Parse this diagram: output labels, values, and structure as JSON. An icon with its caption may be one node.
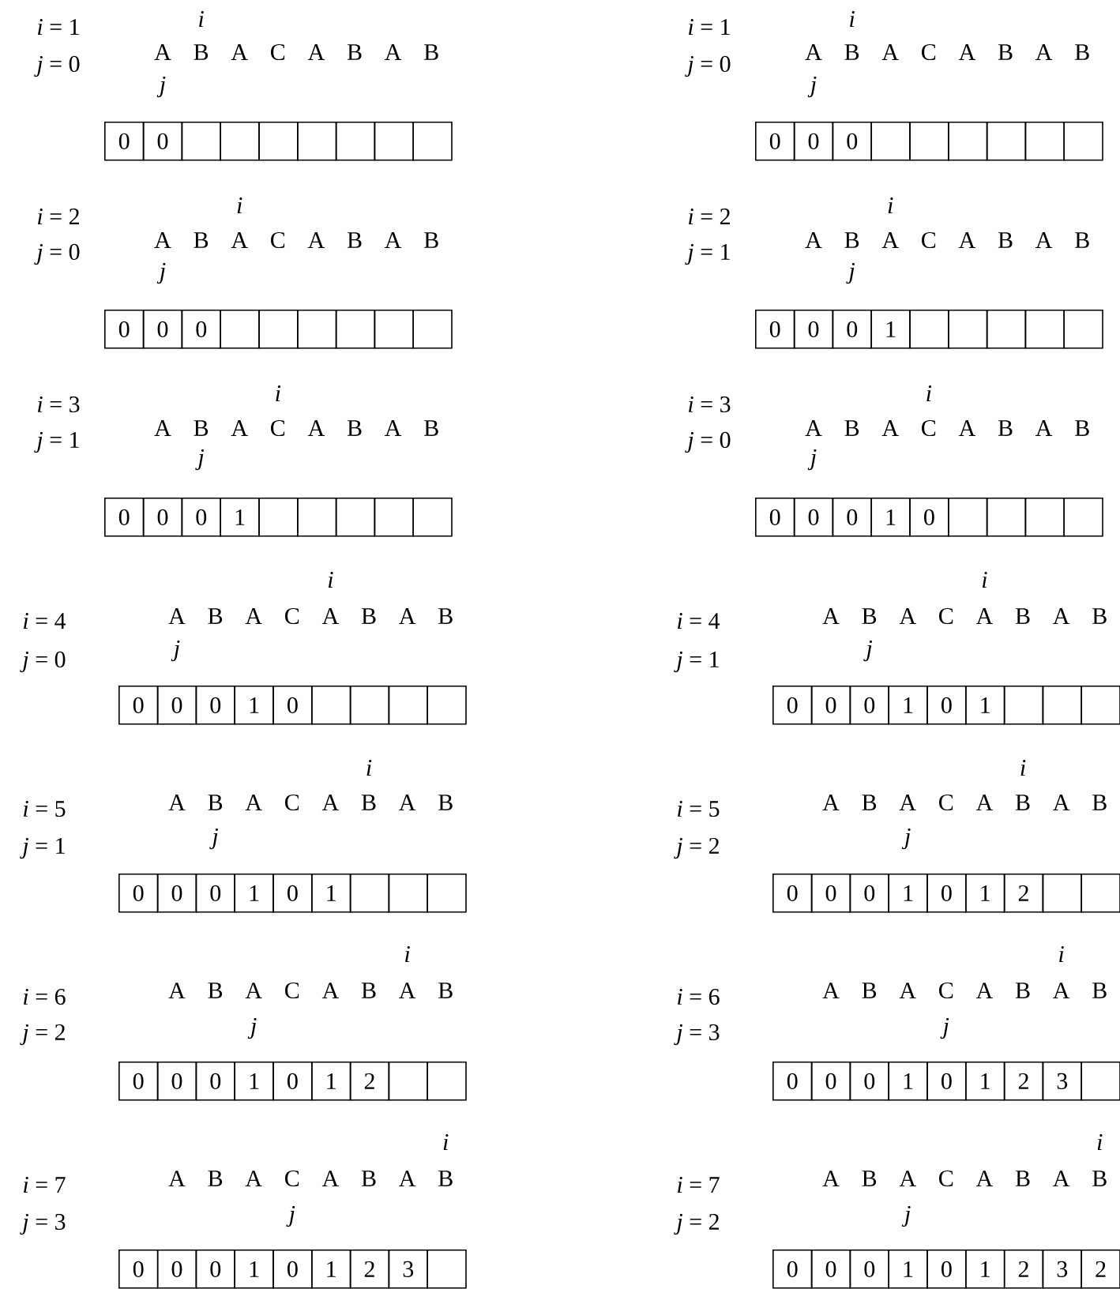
{
  "diagram": {
    "nodes": [
      {
        "text": [
          "0"
        ]
      },
      {
        "text": [
          "0"
        ]
      },
      {
        "text": [],
        "shape": "box"
      },
      {
        "text": [],
        "shape": "box"
      },
      {
        "text": [],
        "shape": "box"
      },
      {
        "text": [],
        "shape": "box"
      },
      {
        "text": [],
        "shape": "box"
      },
      {
        "text": [],
        "shape": "box"
      },
      {
        "text": [],
        "shape": "box"
      },
      {
        "text": [
          "0"
        ]
      },
      {
        "text": [
          "0"
        ]
      },
      {
        "text": [
          "0"
        ]
      },
      {
        "text": [],
        "shape": "box"
      },
      {
        "text": [],
        "shape": "box"
      },
      {
        "text": [],
        "shape": "box"
      },
      {
        "text": [],
        "shape": "box"
      },
      {
        "text": [],
        "shape": "box"
      },
      {
        "text": [],
        "shape": "box"
      },
      {
        "text": [
          "0"
        ]
      },
      {
        "text": [
          "0"
        ]
      },
      {
        "text": [
          "0"
        ]
      },
      {
        "text": [],
        "shape": "box"
      },
      {
        "text": [],
        "shape": "box"
      },
      {
        "text": [],
        "shape": "box"
      },
      {
        "text": [],
        "shape": "box"
      },
      {
        "text": [],
        "shape": "box"
      },
      {
        "text": [],
        "shape": "box"
      },
      {
        "text": [
          "0"
        ]
      },
      {
        "text": [
          "0"
        ]
      },
      {
        "text": [
          "0"
        ]
      },
      {
        "text": [
          "1"
        ]
      },
      {
        "text": [],
        "shape": "box"
      },
      {
        "text": [],
        "shape": "box"
      },
      {
        "text": [],
        "shape": "box"
      },
      {
        "text": [],
        "shape": "box"
      },
      {
        "text": [],
        "shape": "box"
      },
      {
        "text": [
          "0"
        ]
      },
      {
        "text": [
          "0"
        ]
      },
      {
        "text": [
          "0"
        ]
      },
      {
        "text": [
          "1"
        ]
      },
      {
        "text": [],
        "shape": "box"
      },
      {
        "text": [],
        "shape": "box"
      },
      {
        "text": [],
        "shape": "box"
      },
      {
        "text": [],
        "shape": "box"
      },
      {
        "text": [],
        "shape": "box"
      },
      {
        "text": [
          "0"
        ]
      },
      {
        "text": [
          "0"
        ]
      },
      {
        "text": [
          "0"
        ]
      },
      {
        "text": [
          "1"
        ]
      },
      {
        "text": [
          "0"
        ]
      },
      {
        "text": [],
        "shape": "box"
      },
      {
        "text": [],
        "shape": "box"
      },
      {
        "text": [],
        "shape": "box"
      },
      {
        "text": [],
        "shape": "box"
      },
      {
        "text": [
          "0"
        ]
      },
      {
        "text": [
          "0"
        ]
      },
      {
        "text": [
          "0"
        ]
      },
      {
        "text": [
          "1"
        ]
      },
      {
        "text": [
          "0"
        ]
      },
      {
        "text": [],
        "shape": "box"
      },
      {
        "text": [],
        "shape": "box"
      },
      {
        "text": [],
        "shape": "box"
      },
      {
        "text": [],
        "shape": "box"
      },
      {
        "text": [
          "0"
        ]
      },
      {
        "text": [
          "0"
        ]
      },
      {
        "text": [
          "0"
        ]
      },
      {
        "text": [
          "1"
        ]
      },
      {
        "text": [
          "0"
        ]
      },
      {
        "text": [
          "1"
        ]
      },
      {
        "text": [],
        "shape": "box"
      },
      {
        "text": [],
        "shape": "box"
      },
      {
        "text": [],
        "shape": "box"
      },
      {
        "text": [
          "0"
        ]
      },
      {
        "text": [
          "0"
        ]
      },
      {
        "text": [
          "0"
        ]
      },
      {
        "text": [
          "1"
        ]
      },
      {
        "text": [
          "0"
        ]
      },
      {
        "text": [
          "1"
        ]
      },
      {
        "text": [],
        "shape": "box"
      },
      {
        "text": [],
        "shape": "box"
      },
      {
        "text": [],
        "shape": "box"
      },
      {
        "text": [
          "0"
        ]
      },
      {
        "text": [
          "0"
        ]
      },
      {
        "text": [
          "0"
        ]
      },
      {
        "text": [
          "1"
        ]
      },
      {
        "text": [
          "0"
        ]
      },
      {
        "text": [
          "1"
        ]
      },
      {
        "text": [
          "2"
        ]
      },
      {
        "text": [],
        "shape": "box"
      },
      {
        "text": [],
        "shape": "box"
      },
      {
        "text": [
          "0"
        ]
      },
      {
        "text": [
          "0"
        ]
      },
      {
        "text": [
          "0"
        ]
      },
      {
        "text": [
          "1"
        ]
      },
      {
        "text": [
          "0"
        ]
      },
      {
        "text": [
          "1"
        ]
      },
      {
        "text": [
          "2"
        ]
      },
      {
        "text": [],
        "shape": "box"
      },
      {
        "text": [],
        "shape": "box"
      },
      {
        "text": [
          "0"
        ]
      },
      {
        "text": [
          "0"
        ]
      },
      {
        "text": [
          "0"
        ]
      },
      {
        "text": [
          "1"
        ]
      },
      {
        "text": [
          "0"
        ]
      },
      {
        "text": [
          "1"
        ]
      },
      {
        "text": [
          "2"
        ]
      },
      {
        "text": [
          "3"
        ]
      },
      {
        "text": [],
        "shape": "box"
      },
      {
        "text": [
          "0"
        ]
      },
      {
        "text": [
          "0"
        ]
      },
      {
        "text": [
          "0"
        ]
      },
      {
        "text": [
          "1"
        ]
      },
      {
        "text": [
          "0"
        ]
      },
      {
        "text": [
          "1"
        ]
      },
      {
        "text": [
          "2"
        ]
      },
      {
        "text": [
          "3"
        ]
      },
      {
        "text": [],
        "shape": "box"
      },
      {
        "text": [
          "0"
        ]
      },
      {
        "text": [
          "0"
        ]
      },
      {
        "text": [
          "0"
        ]
      },
      {
        "text": [
          "1"
        ]
      },
      {
        "text": [
          "0"
        ]
      },
      {
        "text": [
          "1"
        ]
      },
      {
        "text": [
          "2"
        ]
      },
      {
        "text": [
          "3"
        ]
      },
      {
        "text": [
          "2"
        ]
      }
    ],
    "labels": [
      "*i* = 1",
      "*j* = 0",
      "i",
      "A",
      "B",
      "A",
      "C",
      "A",
      "B",
      "A",
      "B",
      "j",
      "*i* = 1",
      "*j* = 0",
      "i",
      "A",
      "B",
      "A",
      "C",
      "A",
      "B",
      "A",
      "B",
      "j",
      "*i* = 2",
      "*j* = 0",
      "i",
      "A",
      "B",
      "A",
      "C",
      "A",
      "B",
      "A",
      "B",
      "j",
      "*i* = 2",
      "*j* = 1",
      "i",
      "A",
      "B",
      "A",
      "C",
      "A",
      "B",
      "A",
      "B",
      "j",
      "*i* = 3",
      "*j* = 1",
      "i",
      "A",
      "B",
      "A",
      "C",
      "A",
      "B",
      "A",
      "B",
      "j",
      "*i* = 3",
      "*j* = 0",
      "i",
      "A",
      "B",
      "A",
      "C",
      "A",
      "B",
      "A",
      "B",
      "j",
      "*i* = 4",
      "*j* = 0",
      "i",
      "A",
      "B",
      "A",
      "C",
      "A",
      "B",
      "A",
      "B",
      "j",
      "*i* = 4",
      "*j* = 1",
      "i",
      "A",
      "B",
      "A",
      "C",
      "A",
      "B",
      "A",
      "B",
      "j",
      "*i* = 5",
      "*j* = 1",
      "i",
      "A",
      "B",
      "A",
      "C",
      "A",
      "B",
      "A",
      "B",
      "j",
      "*i* = 5",
      "*j* = 2",
      "i",
      "A",
      "B",
      "A",
      "C",
      "A",
      "B",
      "A",
      "B",
      "j",
      "*i* = 6",
      "*j* = 2",
      "i",
      "A",
      "B",
      "A",
      "C",
      "A",
      "B",
      "A",
      "B",
      "j",
      "*i* = 6",
      "*j* = 3",
      "i",
      "A",
      "B",
      "A",
      "C",
      "A",
      "B",
      "A",
      "B",
      "j",
      "*i* = 7",
      "*j* = 3",
      "i",
      "A",
      "B",
      "A",
      "C",
      "A",
      "B",
      "A",
      "B",
      "j",
      "*i* = 7",
      "*j* = 2",
      "i",
      "A",
      "B",
      "A",
      "C",
      "A",
      "B",
      "A",
      "B",
      "j"
    ]
  }
}
